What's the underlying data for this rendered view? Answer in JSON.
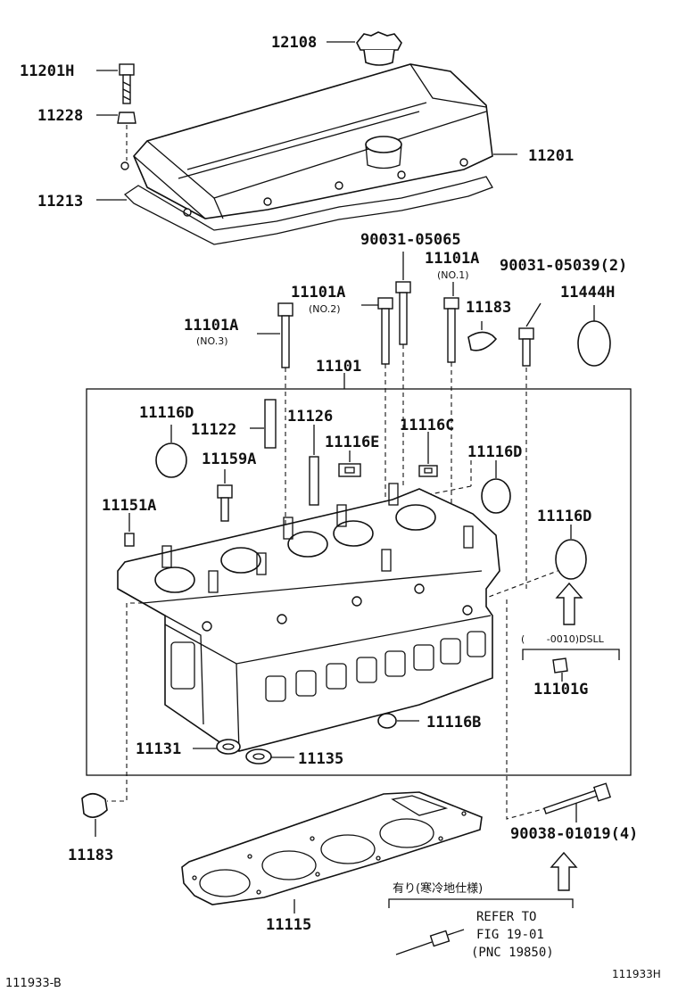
{
  "labels": {
    "l12108": "12108",
    "l11201H": "11201H",
    "l11228": "11228",
    "l11201": "11201",
    "l11213": "11213",
    "l90031_05065": "90031-05065",
    "l11101A_no1": "11101A",
    "l11101A_no2": "11101A",
    "l11101A_no3": "11101A",
    "l90031_05039": "90031-05039(2)",
    "l11183_top": "11183",
    "l11444H": "11444H",
    "l11101": "11101",
    "l11116D_left": "11116D",
    "l11122": "11122",
    "l11126": "11126",
    "l11116E": "11116E",
    "l11116C": "11116C",
    "l11159A": "11159A",
    "l11116D_mid": "11116D",
    "l11151A": "11151A",
    "l11116D_right": "11116D",
    "l11101G": "11101G",
    "l11116B": "11116B",
    "l11131": "11131",
    "l11135": "11135",
    "l11183_bottom": "11183",
    "l90038_01019": "90038-01019(4)",
    "l11115": "11115",
    "fig_code": "111933-B",
    "fig_code_right": "111933H"
  },
  "sublabels": {
    "no1": "(NO.1)",
    "no2": "(NO.2)",
    "no3": "(NO.3)",
    "dsll": "(       -0010)DSLL"
  },
  "notes": {
    "cold_spec": "有り(寒冷地仕様)",
    "refer_line1": "REFER TO",
    "refer_line2": "FIG 19-01",
    "refer_line3": "(PNC 19850)"
  }
}
